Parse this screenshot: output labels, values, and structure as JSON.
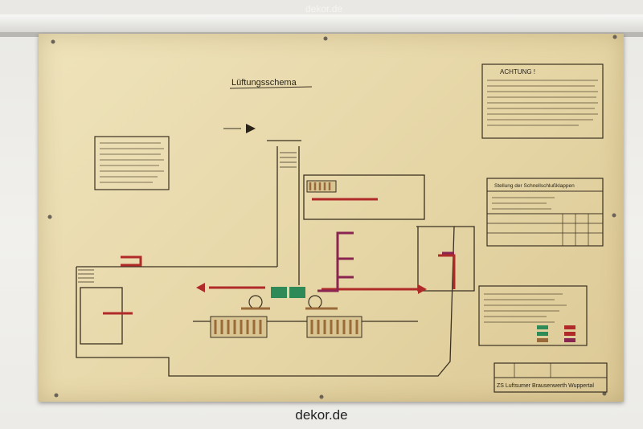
{
  "watermark": "dekor.de",
  "caption": "dekor.de",
  "poster": {
    "title": "Lüftungsschema",
    "warning_title": "ACHTUNG !",
    "table_title": "Stellung der Schnellschlußklappen",
    "footer_location": "ZS Luftsumer Brausenwerth Wuppertal"
  },
  "colors": {
    "board": "#e6d6a6",
    "pipe_red": "#b02a2a",
    "pipe_purple": "#8a2450",
    "pipe_green": "#2e8b57",
    "pipe_brown": "#9a6a3a",
    "line_dark": "#3a3020"
  }
}
